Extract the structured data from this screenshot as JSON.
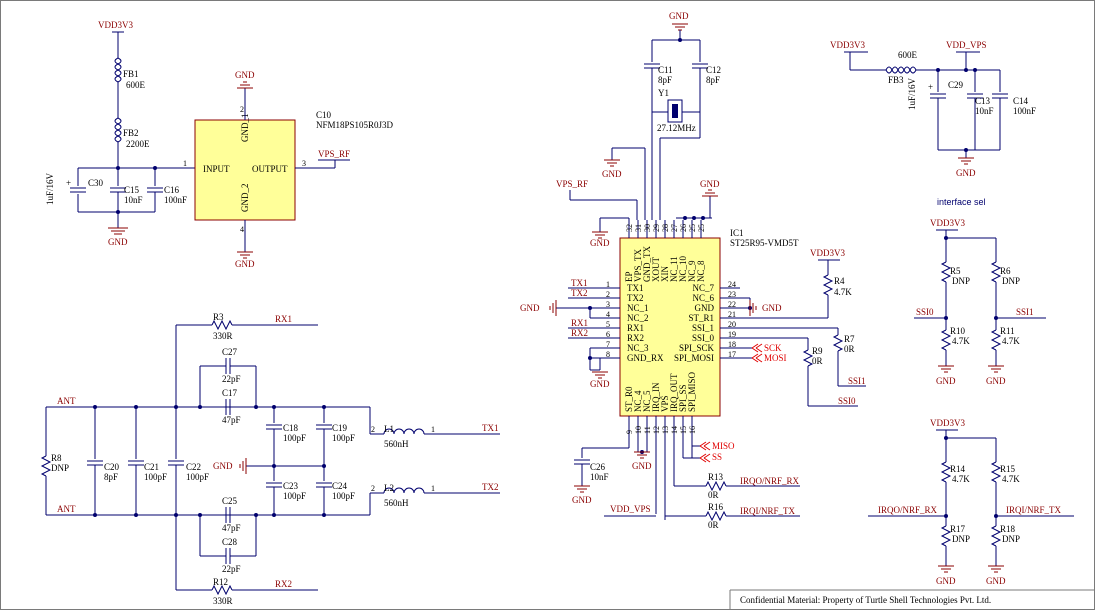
{
  "power_nets": {
    "vdd3v3": "VDD3V3",
    "vdd_vps": "VDD_VPS",
    "vps_rf": "VPS_RF",
    "gnd": "GND"
  },
  "components": {
    "fb1": {
      "ref": "FB1",
      "value": "600E"
    },
    "fb2": {
      "ref": "FB2",
      "value": "2200E"
    },
    "fb3": {
      "ref": "FB3",
      "value": "600E"
    },
    "c10": {
      "ref": "C10",
      "value": "NFM18PS105R0J3D",
      "pin_input": "INPUT",
      "pin_output": "OUTPUT",
      "pin_gnd1": "GND_1",
      "pin_gnd2": "GND_2",
      "pin1": "1",
      "pin2": "2",
      "pin3": "3",
      "pin4": "4"
    },
    "c30": {
      "ref": "C30",
      "value": "1uF/16V"
    },
    "c15": {
      "ref": "C15",
      "value": "10nF"
    },
    "c16": {
      "ref": "C16",
      "value": "100nF"
    },
    "c29": {
      "ref": "C29",
      "value": "1uF/16V"
    },
    "c13": {
      "ref": "C13",
      "value": "10nF"
    },
    "c14": {
      "ref": "C14",
      "value": "100nF"
    },
    "c11": {
      "ref": "C11",
      "value": "8pF"
    },
    "c12": {
      "ref": "C12",
      "value": "8pF"
    },
    "y1": {
      "ref": "Y1",
      "value": "27.12MHz"
    },
    "r3": {
      "ref": "R3",
      "value": "330R"
    },
    "r12": {
      "ref": "R12",
      "value": "330R"
    },
    "r8": {
      "ref": "R8",
      "value": "DNP"
    },
    "c20": {
      "ref": "C20",
      "value": "8pF"
    },
    "c21": {
      "ref": "C21",
      "value": "100pF"
    },
    "c22": {
      "ref": "C22",
      "value": "100pF"
    },
    "c27": {
      "ref": "C27",
      "value": "22pF"
    },
    "c17": {
      "ref": "C17",
      "value": "47pF"
    },
    "c18": {
      "ref": "C18",
      "value": "100pF"
    },
    "c19": {
      "ref": "C19",
      "value": "100pF"
    },
    "c23": {
      "ref": "C23",
      "value": "100pF"
    },
    "c24": {
      "ref": "C24",
      "value": "100pF"
    },
    "c25": {
      "ref": "C25",
      "value": "47pF"
    },
    "c28": {
      "ref": "C28",
      "value": "22pF"
    },
    "l1": {
      "ref": "L1",
      "value": "560nH"
    },
    "l2": {
      "ref": "L2",
      "value": "560nH"
    },
    "c26": {
      "ref": "C26",
      "value": "10nF"
    },
    "ic1": {
      "ref": "IC1",
      "value": "ST25R95-VMD5T"
    },
    "r4": {
      "ref": "R4",
      "value": "4.7K"
    },
    "r9": {
      "ref": "R9",
      "value": "0R"
    },
    "r7": {
      "ref": "R7",
      "value": "0R"
    },
    "r13": {
      "ref": "R13",
      "value": "0R"
    },
    "r16": {
      "ref": "R16",
      "value": "0R"
    },
    "r5": {
      "ref": "R5",
      "value": "DNP"
    },
    "r6": {
      "ref": "R6",
      "value": "DNP"
    },
    "r10": {
      "ref": "R10",
      "value": "4.7K"
    },
    "r11": {
      "ref": "R11",
      "value": "4.7K"
    },
    "r14": {
      "ref": "R14",
      "value": "4.7K"
    },
    "r15": {
      "ref": "R15",
      "value": "4.7K"
    },
    "r17": {
      "ref": "R17",
      "value": "DNP"
    },
    "r18": {
      "ref": "R18",
      "value": "DNP"
    }
  },
  "nets": {
    "ant": "ANT",
    "rx1": "RX1",
    "rx2": "RX2",
    "tx1": "TX1",
    "tx2": "TX2",
    "ssi0": "SSI0",
    "ssi1": "SSI1",
    "sck": "SCK",
    "mosi": "MOSI",
    "miso": "MISO",
    "ss": "SS",
    "irqo_nrf_rx": "IRQO/NRF_RX",
    "irqi_nrf_tx": "IRQI/NRF_TX"
  },
  "ic_pins": {
    "left": [
      {
        "num": "1",
        "name": "TX1"
      },
      {
        "num": "2",
        "name": "TX2"
      },
      {
        "num": "3",
        "name": "NC_1"
      },
      {
        "num": "4",
        "name": "NC_2"
      },
      {
        "num": "5",
        "name": "RX1"
      },
      {
        "num": "6",
        "name": "RX2"
      },
      {
        "num": "7",
        "name": "NC_3"
      },
      {
        "num": "8",
        "name": "GND_RX"
      }
    ],
    "right": [
      {
        "num": "24",
        "name": "NC_7"
      },
      {
        "num": "23",
        "name": "NC_6"
      },
      {
        "num": "22",
        "name": "GND"
      },
      {
        "num": "21",
        "name": "ST_R1"
      },
      {
        "num": "20",
        "name": "SSI_1"
      },
      {
        "num": "19",
        "name": "SSI_0"
      },
      {
        "num": "18",
        "name": "SPI_SCK"
      },
      {
        "num": "17",
        "name": "SPI_MOSI"
      }
    ],
    "top": [
      {
        "num": "32",
        "name": "EP"
      },
      {
        "num": "31",
        "name": "VPS_TX"
      },
      {
        "num": "30",
        "name": "GND_TX"
      },
      {
        "num": "29",
        "name": "XOUT"
      },
      {
        "num": "28",
        "name": "XIN"
      },
      {
        "num": "27",
        "name": "NC_11"
      },
      {
        "num": "26",
        "name": "NC_10"
      },
      {
        "num": "25",
        "name": "NC_9"
      },
      {
        "num": "25",
        "name": "NC_8"
      }
    ],
    "bottom": [
      {
        "num": "9",
        "name": "ST_R0"
      },
      {
        "num": "10",
        "name": "NC_4"
      },
      {
        "num": "11",
        "name": "NC_5"
      },
      {
        "num": "12",
        "name": "IRQ_IN"
      },
      {
        "num": "13",
        "name": "VPS"
      },
      {
        "num": "14",
        "name": "IRQ_OUT"
      },
      {
        "num": "15",
        "name": "SPI_SS"
      },
      {
        "num": "16",
        "name": "SPI_MISO"
      }
    ]
  },
  "pin_numbers": {
    "l1_a": "2",
    "l1_b": "1",
    "l2_a": "2",
    "l2_b": "1"
  },
  "section_title": "interface sel",
  "footer": "Confidential Material: Property of Turtle Shell Technologies Pvt. Ltd."
}
